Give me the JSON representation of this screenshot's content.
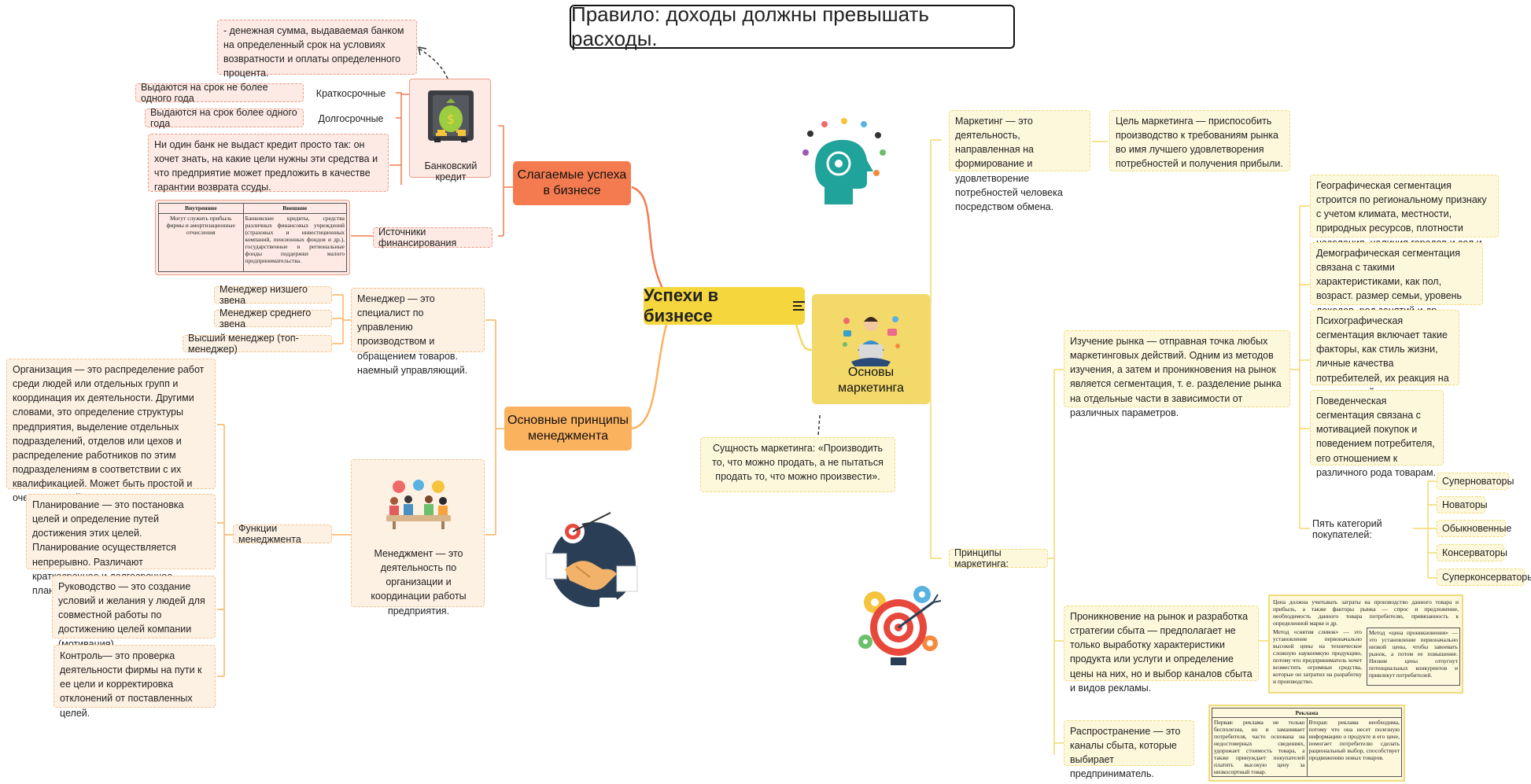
{
  "title": "Правило: доходы должны превышать расходы.",
  "central": "Успехи в бизнесе",
  "colors": {
    "branch_orange": "#f47b4f",
    "branch_light_orange": "#fbb25f",
    "branch_yellow": "#f3d86a",
    "central": "#f5d63c"
  },
  "left_top": {
    "label": "Слагаемые успеха в бизнесе",
    "bank_credit": {
      "label": "Банковский кредит",
      "icon": "money-bag-safe-icon",
      "definition": "- денежная сумма, выдаваемая банком на определенный срок на условиях возвратности и оплаты определенного процента.",
      "short_term": {
        "label": "Краткосрочные",
        "note": "Выдаются на срок не более одного года"
      },
      "long_term": {
        "label": "Долгосрочные",
        "note": "Выдаются на срок более одного года"
      },
      "note": "Ни один банк не выдаст кредит просто так: он хочет знать, на какие цели нужны эти средства и что предприятие может предложить в качестве гарантии возврата ссуды."
    },
    "financing": {
      "label": "Источники финансирования",
      "table": {
        "headers": [
          "Внутренние",
          "Внешние"
        ],
        "internal": "Могут служить прибыль фирмы и амортизационные отчисления",
        "external": "Банковские кредиты, средства различных финансовых учреждений (страховых и инвестиционных компаний, пенсионных фондов и др.), государственные и региональные фонды поддержки малого предпринимательства."
      }
    }
  },
  "left_bottom": {
    "label": "Основные принципы менеджмента",
    "manager": {
      "text": "Менеджер — это специалист по управлению производством и обращением товаров. наемный управляющий.",
      "levels": [
        "Менеджер низшего звена",
        "Менеджер среднего звена",
        "Высший менеджер (топ-менеджер)"
      ]
    },
    "management": {
      "text": "Менеджмент — это деятельность по организации и координации работы предприятия.",
      "icon": "team-meeting-icon"
    },
    "functions": {
      "label": "Функции менеджмента",
      "items": [
        "Организация — это распределение работ среди людей или отдельных групп и координация их деятельности. Другими словами, это определение структуры предприятия, выделение отдельных подразделений, отделов или цехов и распределение работников по этим подразделениям в соответствии с их квалификацией. Может быть простой и очень сложной.",
        "Планирование — это постановка целей и определение путей достижения этих целей. Планирование осуществляется непрерывно. Различают краткосрочное и долгосрочное планирование.",
        "Руководство — это создание условий и желания у людей для совместной работы по достижению целей компании (мотивация).",
        "Контроль— это проверка деятельности фирмы на пути к ее цели и корректировка отклонений от поставленных целей."
      ]
    }
  },
  "right": {
    "label": "Основы маркетинга",
    "icon": "person-laptop-icon",
    "essence": "Сущность маркетинга: «Производить то, что можно продать, а не пытаться продать то, что можно произвести».",
    "definition": "Маркетинг — это деятельность, направленная на формирование и удовлетворение потребностей человека посредством обмена.",
    "goal": "Цель маркетинга — приспособить производство к требованиям рынка во имя лучшего удовлетворения потребностей и получения прибыли.",
    "principles": {
      "label": "Принципы маркетинга:",
      "research": {
        "text": "Изучение рынка — отправная точка любых маркетинговых действий. Одним из методов изучения, а затем и проникновения на рынок является сегментация, т. е. разделение рынка на отдельные части в зависимости от различных параметров.",
        "segments": [
          "Географическая сегментация строится по региональному признаку с учетом климата, местности, природных ресурсов, плотности населения, наличия городов и сел и др.",
          "Демографическая сегментация связана с такими характеристиками, как пол, возраст. размер семьи, уровень доходов. род занятий и др.",
          "Психографическая сегментация включает такие факторы, как стиль жизни, личные качества потребителей, их реакция на тот или иной товар.",
          "Поведенческая сегментация связана с мотивацией покупок и поведением потребителя, его отношением к различного рода товарам."
        ],
        "buyers": {
          "label": "Пять категорий покупателей:",
          "items": [
            "Суперноваторы",
            "Новаторы",
            "Обыкновенные",
            "Консерваторы",
            "Суперконсерваторы"
          ]
        }
      },
      "penetration": {
        "text": "Проникновение на рынок и разработка стратегии сбыта — предполагает не только выработку характеристики продукта или услуги и определение цены на них, но и выбор каналов сбыта и видов рекламы.",
        "table": {
          "intro": "Цена должна учитывать затраты на производство данного товара и прибыль, а также факторы рынка — спрос и предложение, необходимость данного товара потребителю, привязанность к определенной марке и др.",
          "col1": "Метод «снятия сливок» — это установление первоначально высокой цены на техническое сложную наукоемкую продукцию, потому что предприниматель хочет возместить огромные средства, которые он затратил на разработку и производство.",
          "col2": "Метод «цена проникновения» — это установление первоначально низкой цены, чтобы завоевать рынок, а потом ее повышение. Низкие цены отпугнут потенциальных конкурентов и привлекут потребителей."
        }
      },
      "distribution": {
        "text": "Распространение — это каналы сбыта, которые выбирает предприниматель.",
        "table": {
          "header": "Реклама",
          "col1": "Первая: реклама не только бесполезна, но и заманивает потребителя, часто основана на недостоверных сведениях, удорожает стоимость товара, а также принуждает покупателей платить высокую цену за низкосортный товар.",
          "col2": "Вторая: реклама необходима, потому что она несет полезную информацию о продукте и его цене, помогает потребителю сделать рациональный выбор, способствует продвижению новых товаров."
        }
      }
    }
  },
  "decor_icons": [
    "head-network-icon",
    "handshake-target-icon",
    "target-gears-icon"
  ]
}
